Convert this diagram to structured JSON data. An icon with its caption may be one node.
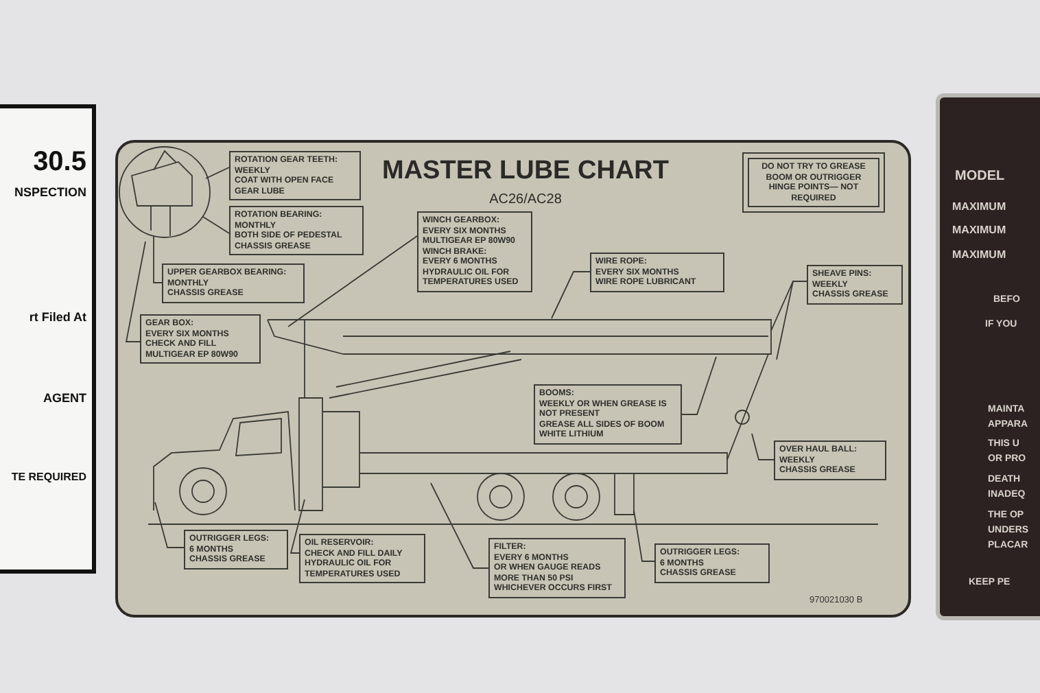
{
  "diagram": {
    "title": "MASTER LUBE CHART",
    "nodes": [
      {
        "text": [
          "ROTATION GEAR TEETH:",
          "WEEKLY",
          "COAT WITH OPEN FACE GEAR LUBE"
        ]
      },
      {
        "text": [
          "ROTATION BEARING:",
          "MONTHLY",
          "BOTH SIDE OF PEDESTAL",
          "CHASSIS GREASE"
        ]
      },
      {
        "text": [
          "UPPER GEARBOX BEARING:",
          "MONTHLY",
          "CHASSIS GREASE"
        ]
      },
      {
        "text": [
          "GEAR BOX:",
          "EVERY SIX MONTHS",
          "CHECK AND FILL",
          "MULTIGEAR EP 80W90"
        ]
      },
      {
        "text": [
          "WINCH GEARBOX:",
          "EVERY SIX MONTHS",
          "MULTIGEAR EP 80W90",
          "WINCH BRAKE:",
          "EVERY 6 MONTHS",
          "HYDRAULIC OIL FOR TEMPERATURES USED"
        ]
      },
      {
        "text": [
          "DO NOT TRY TO GREASE BOOM OR OUTRIGGER HINGE POINTS— NOT REQUIRED"
        ]
      },
      {
        "text": [
          "WIRE ROPE:",
          "EVERY SIX MONTHS",
          "WIRE ROPE LUBRICANT"
        ]
      },
      {
        "text": [
          "SHEAVE PINS:",
          "WEEKLY",
          "CHASSIS GREASE"
        ]
      },
      {
        "text": [
          "BOOMS:",
          "WEEKLY OR WHEN GREASE IS NOT PRESENT",
          "GREASE ALL SIDES OF BOOM",
          "WHITE LITHIUM"
        ]
      },
      {
        "text": [
          "OVER HAUL BALL:",
          "WEEKLY",
          "CHASSIS GREASE"
        ]
      },
      {
        "text": [
          "OUTRIGGER LEGS:",
          "6 MONTHS",
          "CHASSIS GREASE"
        ]
      },
      {
        "text": [
          "OIL RESERVOIR:",
          "CHECK AND FILL DAILY",
          "HYDRAULIC OIL FOR TEMPERATURES USED"
        ]
      },
      {
        "text": [
          "FILTER:",
          "EVERY 6 MONTHS",
          "OR WHEN GAUGE READS MORE THAN 50 PSI",
          "WHICHEVER OCCURS FIRST"
        ]
      },
      {
        "text": [
          "OUTRIGGER LEGS:",
          "6 MONTHS",
          "CHASSIS GREASE"
        ]
      }
    ],
    "edges": [
      {
        "from": 0,
        "to": null,
        "arrow": "none"
      },
      {
        "from": 1,
        "to": null,
        "arrow": "none"
      },
      {
        "from": 2,
        "to": null,
        "arrow": "none"
      },
      {
        "from": 3,
        "to": null,
        "arrow": "none"
      },
      {
        "from": 4,
        "to": null,
        "arrow": "none"
      },
      {
        "from": 6,
        "to": null,
        "arrow": "none"
      },
      {
        "from": 7,
        "to": null,
        "arrow": "none"
      },
      {
        "from": 7,
        "to": null,
        "arrow": "none"
      },
      {
        "from": 8,
        "to": null,
        "arrow": "none"
      },
      {
        "from": 9,
        "to": null,
        "arrow": "none"
      },
      {
        "from": 10,
        "to": null,
        "arrow": "none"
      },
      {
        "from": 11,
        "to": null,
        "arrow": "none"
      },
      {
        "from": 12,
        "to": null,
        "arrow": "none"
      },
      {
        "from": 13,
        "to": null,
        "arrow": "none"
      }
    ],
    "labels": [
      "AC26/AC28",
      "970021030 B",
      "30.5",
      "NSPECTION",
      "rt Filed At",
      "AGENT",
      "TE REQUIRED",
      "MODEL",
      "MAXIMUM",
      "MAXIMUM",
      "MAXIMUM",
      "BEFO",
      "IF YOU",
      "MAINTA",
      "APPARA",
      "THIS U",
      "OR PRO",
      "DEATH",
      "INADEQ",
      "THE OP",
      "UNDERS",
      "PLACAR",
      "KEEP PE"
    ]
  }
}
